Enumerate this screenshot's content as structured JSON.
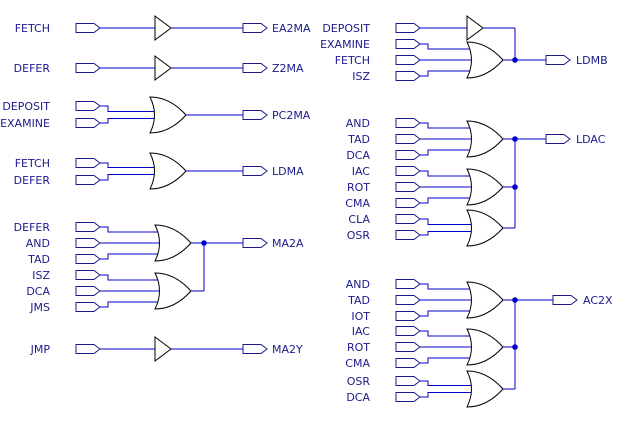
{
  "colors": {
    "wire": "#0000cc",
    "label": "#1a1a8c",
    "gate": "#000000",
    "background": "#ffffff"
  },
  "blocks": [
    {
      "id": "ea2ma",
      "gates": [
        {
          "type": "buffer",
          "inputs": [
            "FETCH"
          ]
        }
      ],
      "output": "EA2MA"
    },
    {
      "id": "z2ma",
      "gates": [
        {
          "type": "buffer",
          "inputs": [
            "DEFER"
          ]
        }
      ],
      "output": "Z2MA"
    },
    {
      "id": "pc2ma",
      "gates": [
        {
          "type": "or",
          "inputs": [
            "DEPOSIT",
            "EXAMINE"
          ]
        }
      ],
      "output": "PC2MA"
    },
    {
      "id": "ldma",
      "gates": [
        {
          "type": "or",
          "inputs": [
            "FETCH",
            "DEFER"
          ]
        }
      ],
      "output": "LDMA"
    },
    {
      "id": "ma2a",
      "gates": [
        {
          "type": "or",
          "inputs": [
            "DEFER",
            "AND",
            "TAD"
          ]
        },
        {
          "type": "or",
          "inputs": [
            "ISZ",
            "DCA",
            "JMS"
          ]
        }
      ],
      "output": "MA2A"
    },
    {
      "id": "ma2y",
      "gates": [
        {
          "type": "buffer",
          "inputs": [
            "JMP"
          ]
        }
      ],
      "output": "MA2Y"
    },
    {
      "id": "ldmb",
      "gates": [
        {
          "type": "buffer",
          "inputs": [
            "DEPOSIT"
          ]
        },
        {
          "type": "or",
          "inputs": [
            "EXAMINE",
            "FETCH",
            "ISZ"
          ]
        }
      ],
      "output": "LDMB"
    },
    {
      "id": "ldac",
      "gates": [
        {
          "type": "or",
          "inputs": [
            "AND",
            "TAD",
            "DCA"
          ]
        },
        {
          "type": "or",
          "inputs": [
            "IAC",
            "ROT",
            "CMA"
          ]
        },
        {
          "type": "or",
          "inputs": [
            "CLA",
            "OSR"
          ]
        }
      ],
      "output": "LDAC"
    },
    {
      "id": "ac2x",
      "gates": [
        {
          "type": "or",
          "inputs": [
            "AND",
            "TAD",
            "IOT"
          ]
        },
        {
          "type": "or",
          "inputs": [
            "IAC",
            "ROT",
            "CMA"
          ]
        },
        {
          "type": "or",
          "inputs": [
            "OSR",
            "DCA"
          ]
        }
      ],
      "output": "AC2X"
    }
  ]
}
